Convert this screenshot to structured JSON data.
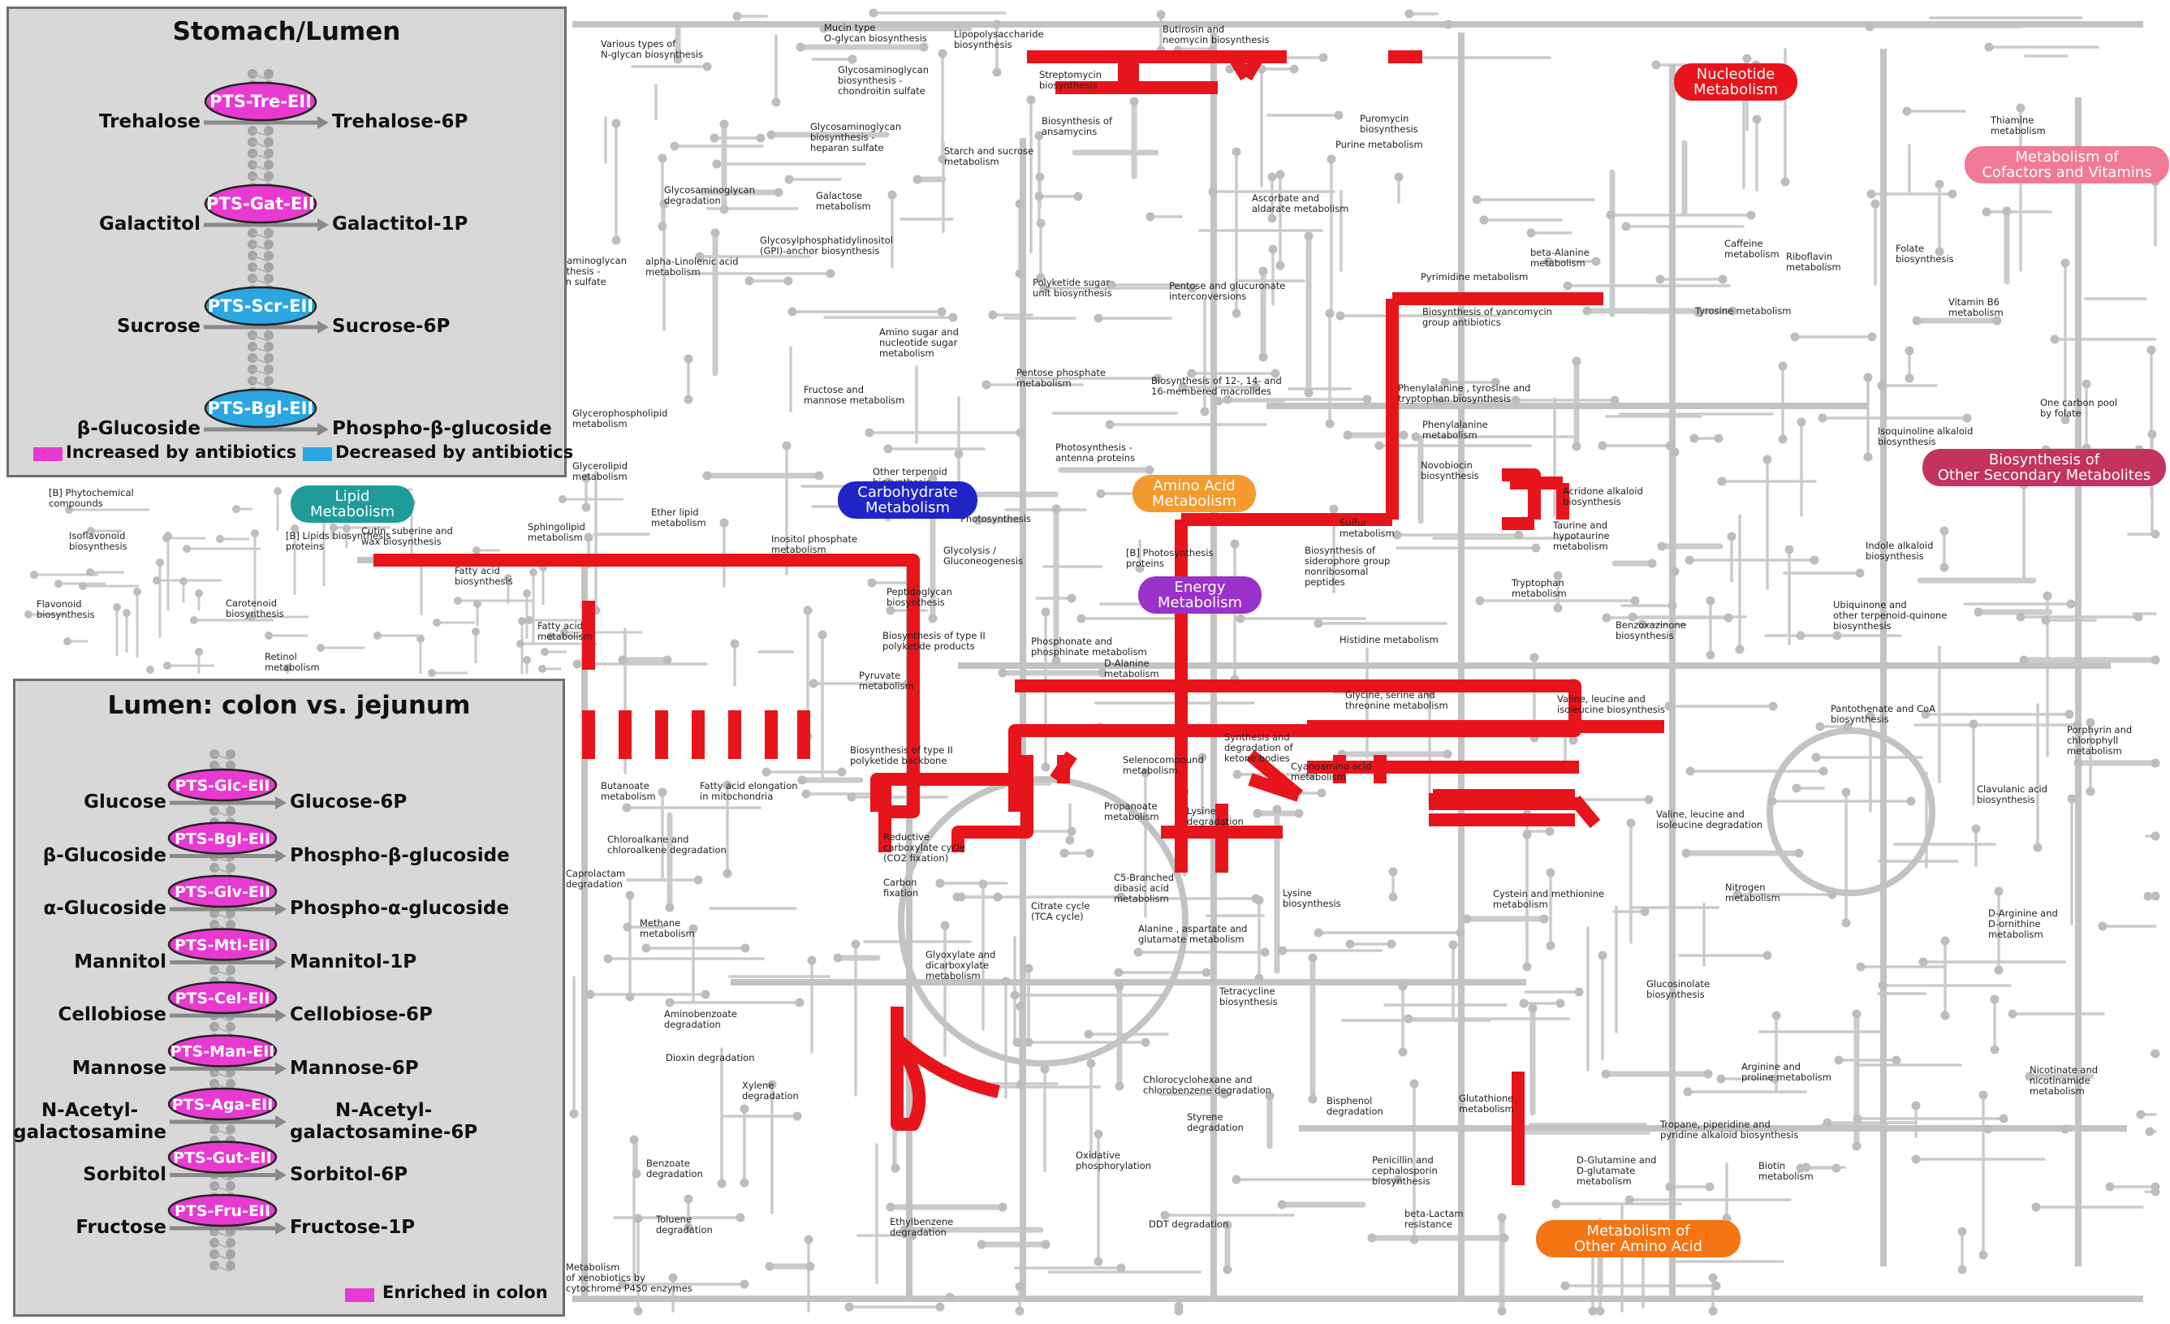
{
  "colors": {
    "enzyme_increased": "#e83ad1",
    "enzyme_decreased": "#2ba6e3",
    "highlight_path": "#e8141c",
    "background_path": "#cbcbcb"
  },
  "stomach_panel": {
    "title": "Stomach/Lumen",
    "rows": [
      {
        "substrate": "Trehalose",
        "enzyme": "PTS-Tre-EII",
        "product": "Trehalose-6P",
        "status": "increased"
      },
      {
        "substrate": "Galactitol",
        "enzyme": "PTS-Gat-EII",
        "product": "Galactitol-1P",
        "status": "increased"
      },
      {
        "substrate": "Sucrose",
        "enzyme": "PTS-Scr-EII",
        "product": "Sucrose-6P",
        "status": "decreased"
      },
      {
        "substrate": "β-Glucoside",
        "enzyme": "PTS-Bgl-EII",
        "product": "Phospho-β-glucoside",
        "status": "decreased"
      }
    ],
    "legend": {
      "increased": "Increased by antibiotics",
      "decreased": "Decreased by antibiotics"
    }
  },
  "colon_panel": {
    "title": "Lumen: colon vs. jejunum",
    "rows": [
      {
        "substrate": "Glucose",
        "enzyme": "PTS-Glc-EII",
        "product": "Glucose-6P"
      },
      {
        "substrate": "β-Glucoside",
        "enzyme": "PTS-Bgl-EII",
        "product": "Phospho-β-glucoside"
      },
      {
        "substrate": "α-Glucoside",
        "enzyme": "PTS-Glv-EII",
        "product": "Phospho-α-glucoside"
      },
      {
        "substrate": "Mannitol",
        "enzyme": "PTS-Mtl-EII",
        "product": "Mannitol-1P"
      },
      {
        "substrate": "Cellobiose",
        "enzyme": "PTS-Cel-EII",
        "product": "Cellobiose-6P"
      },
      {
        "substrate": "Mannose",
        "enzyme": "PTS-Man-EII",
        "product": "Mannose-6P"
      },
      {
        "substrate": "N-Acetyl-\ngalactosamine",
        "enzyme": "PTS-Aga-EII",
        "product": "N-Acetyl-\ngalactosamine-6P"
      },
      {
        "substrate": "Sorbitol",
        "enzyme": "PTS-Gut-EII",
        "product": "Sorbitol-6P"
      },
      {
        "substrate": "Fructose",
        "enzyme": "PTS-Fru-EII",
        "product": "Fructose-1P"
      }
    ],
    "legend": {
      "enriched": "Enriched in colon"
    }
  },
  "categories": [
    {
      "id": "nucleotide",
      "label": "Nucleotide\nMetabolism",
      "color": "#e8141c"
    },
    {
      "id": "cofactors",
      "label": "Metabolism of\nCofactors and Vitamins",
      "color": "#f07a96"
    },
    {
      "id": "secondary",
      "label": "Biosynthesis of\nOther Secondary Metabolites",
      "color": "#c4325e"
    },
    {
      "id": "lipid",
      "label": "Lipid\nMetabolism",
      "color": "#1f9c9a"
    },
    {
      "id": "carbohydrate",
      "label": "Carbohydrate\nMetabolism",
      "color": "#1f24c9"
    },
    {
      "id": "amino",
      "label": "Amino Acid\nMetabolism",
      "color": "#f59a2d"
    },
    {
      "id": "energy",
      "label": "Energy\nMetabolism",
      "color": "#9a32c9"
    },
    {
      "id": "other_amino",
      "label": "Metabolism of\nOther Amino Acid",
      "color": "#f57414"
    }
  ],
  "pathway_labels": [
    "Various types of\nN-glycan biosynthesis",
    "Mucin type\nO-glycan biosynthesis",
    "Lipopolysaccharide\nbiosynthesis",
    "Butirosin and\nneomycin biosynthesis",
    "Glycosaminoglycan\nbiosynthesis -\nchondroitin sulfate",
    "Streptomycin\nbiosynthesis",
    "Biosynthesis of\nansamycins",
    "Glycosaminoglycan\nbiosynthesis -\nheparan sulfate",
    "Starch and sucrose\nmetabolism",
    "Puromycin\nbiosynthesis",
    "Purine metabolism",
    "Thiamine\nmetabolism",
    "Glycosaminoglycan\ndegradation",
    "Galactose\nmetabolism",
    "Ascorbate and\naldarate metabolism",
    "alpha-Linolenic acid\nmetabolism",
    "Glycosylphosphatidylinositol\n(GPI)-anchor biosynthesis",
    "beta-Alanine\nmetabolism",
    "Caffeine\nmetabolism",
    "Riboflavin\nmetabolism",
    "Folate\nbiosynthesis",
    "Polyketide sugar\nunit biosynthesis",
    "Pentose and glucuronate\ninterconversions",
    "Pyrimidine metabolism",
    "Vitamin B6\nmetabolism",
    "Biosynthesis of vancomycin\ngroup antibiotics",
    "Tyrosine metabolism",
    "Amino sugar and\nnucleotide sugar\nmetabolism",
    "Pentose phosphate\nmetabolism",
    "Biosynthesis of 12-, 14- and\n16-membered macrolides",
    "Fructose and\nmannose metabolism",
    "Phenylalanine , tyrosine and\ntryptophan biosynthesis",
    "One carbon pool\nby folate",
    "Glycerophospholipid\nmetabolism",
    "Phenylalanine\nmetabolism",
    "Isoquinoline alkaloid\nbiosynthesis",
    "Photosynthesis -\nantenna proteins",
    "Glycerolipid\nmetabolism",
    "Novobiocin\nbiosynthesis",
    "[B] Phytochemical\ncompounds",
    "Ether lipid\nmetabolism",
    "Inositol phosphate\nmetabolism",
    "Photosynthesis",
    "Sulfur\nmetabolism",
    "Acridone alkaloid\nbiosynthesis",
    "Isoflavonoid\nbiosynthesis",
    "[B] Lipids biosynthesis\nproteins",
    "Cutin, suberine and\nwax biosynthesis",
    "Sphingolipid\nmetabolism",
    "Taurine and\nhypotaurine\nmetabolism",
    "Indole alkaloid\nbiosynthesis",
    "Glycolysis /\nGluconeogenesis",
    "Fatty acid\nbiosynthesis",
    "[B] Photosynthesis\nproteins",
    "Biosynthesis of\nsiderophore group\nnonribosomal\npeptides",
    "Tryptophan\nmetabolism",
    "Flavonoid\nbiosynthesis",
    "Carotenoid\nbiosynthesis",
    "Peptidoglycan\nbiosynthesis",
    "Ubiquinone and\nother terpenoid-quinone\nbiosynthesis",
    "Fatty acid\nmetabolism",
    "Biosynthesis of type II\npolyketide products",
    "Phosphonate and\nphosphinate metabolism",
    "Histidine metabolism",
    "Retinol\nmetabolism",
    "Benzoxazinone\nbiosynthesis",
    "Pyruvate\nmetabolism",
    "D-Alanine\nmetabolism",
    "Glycine, serine and\nthreonine metabolism",
    "Valine, leucine and\nisoleucine biosynthesis",
    "Pantothenate and CoA\nbiosynthesis",
    "Porphyrin and\nchlorophyll\nmetabolism",
    "Synthesis and\ndegradation of\nketone bodies",
    "Biosynthesis of type II\npolyketide backbone",
    "Selenocompound\nmetabolism",
    "Cyanoamino acid\nmetabolism",
    "Butanoate\nmetabolism",
    "Fatty acid elongation\nin mitochondria",
    "Propanoate\nmetabolism",
    "Lysine\ndegradation",
    "Valine, leucine and\nisoleucine degradation",
    "Clavulanic acid\nbiosynthesis",
    "Chloroalkane and\nchloroalkene degradation",
    "Reductive\ncarboxylate cycle\n(CO2 fixation)",
    "Caprolactam\ndegradation",
    "Carbon\nfixation",
    "C5-Branched\ndibasic acid\nmetabolism",
    "Lysine\nbiosynthesis",
    "Cystein and methionine\nmetabolism",
    "Nitrogen\nmetabolism",
    "D-Arginine and\nD-ornithine\nmetabolism",
    "Methane\nmetabolism",
    "Citrate cycle\n(TCA cycle)",
    "Alanine , aspartate and\nglutamate metabolism",
    "Glyoxylate and\ndicarboxylate\nmetabolism",
    "Tetracycline\nbiosynthesis",
    "Glucosinolate\nbiosynthesis",
    "Aminobenzoate\ndegradation",
    "Dioxin degradation",
    "Arginine and\nproline metabolism",
    "Nicotinate and\nnicotinamide\nmetabolism",
    "Xylene\ndegradation",
    "Chlorocyclohexane and\nchlorobenzene degradation",
    "Bisphenol\ndegradation",
    "Glutathione\nmetabolism",
    "Styrene\ndegradation",
    "Tropane, piperidine and\npyridine alkaloid biosynthesis",
    "Benzoate\ndegradation",
    "Oxidative\nphosphorylation",
    "Penicillin and\ncephalosporin\nbiosynthesis",
    "D-Glutamine and\nD-glutamate\nmetabolism",
    "Biotin\nmetabolism",
    "Toluene\ndegradation",
    "Ethylbenzene\ndegradation",
    "DDT degradation",
    "beta-Lactam\nresistance",
    "Metabolism\nof xenobiotics by\ncytochrome P450 enzymes",
    "Glycosaminoglycan\nbiosynthesis -\nkeratan sulfate",
    "Other terpenoid\nbiosynthesis"
  ]
}
